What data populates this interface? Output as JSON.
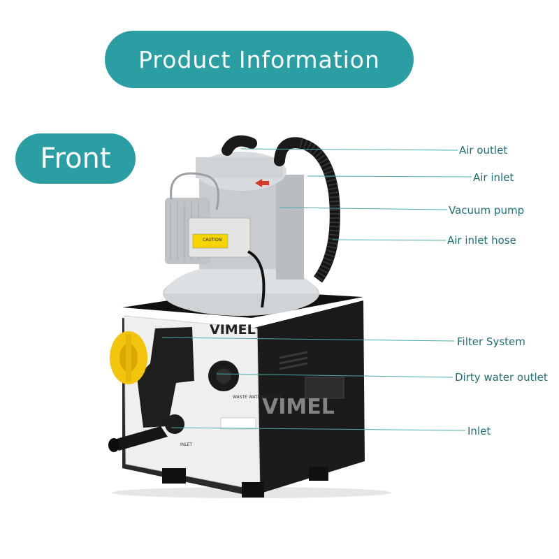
{
  "header": {
    "title": "Product Information"
  },
  "view": {
    "name": "Front"
  },
  "product": {
    "brand": "VIMEL",
    "watermark": "VIMEL",
    "caution_text": "CAUTION",
    "waste_label": "WASTE WATER OUTLET",
    "inlet_label": "INLET"
  },
  "callouts": [
    {
      "id": "air-outlet",
      "label": "Air outlet"
    },
    {
      "id": "air-inlet",
      "label": "Air inlet"
    },
    {
      "id": "vacuum-pump",
      "label": "Vacuum pump"
    },
    {
      "id": "air-inlet-hose",
      "label": "Air inlet hose"
    },
    {
      "id": "filter-system",
      "label": "Filter System"
    },
    {
      "id": "dirty-water-outlet",
      "label": "Dirty water outlet"
    },
    {
      "id": "inlet",
      "label": "Inlet"
    }
  ],
  "colors": {
    "accent": "#2a9ea3",
    "label_text": "#1f6f73",
    "cabinet": "#1c1c1c",
    "panel": "#ececec",
    "knob": "#f2c40c"
  }
}
